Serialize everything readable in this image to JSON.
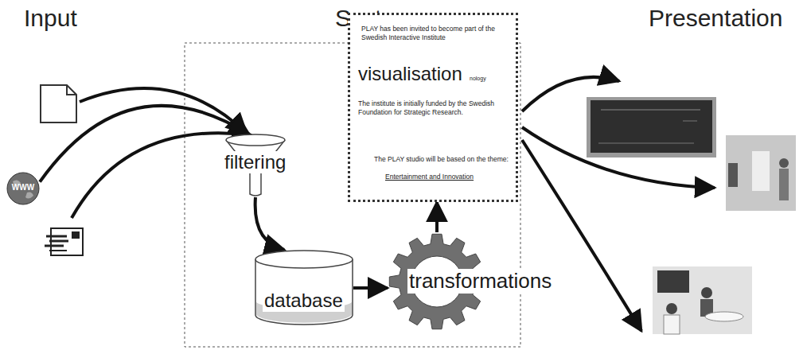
{
  "diagram": {
    "nodes": [
      {
        "text": [
          "WWW"
        ]
      },
      {
        "text": [
          "filtering"
        ]
      },
      {
        "text": [
          "PLAY has been invited to become part of the Swedish Interactive Institute",
          "visualisation",
          "nology",
          "The institute is initially funded by the Swedish Foundation for Strategic Research.",
          "The PLAY studio will be based on the theme:",
          "Entertainment and Innovation"
        ]
      },
      {
        "text": [
          "database"
        ]
      },
      {
        "text": [
          "transformations"
        ]
      }
    ],
    "edges": [
      {
        "from": 0,
        "to": 1,
        "arrow": "to"
      },
      {
        "from": 1,
        "to": 3,
        "arrow": "to"
      },
      {
        "from": 3,
        "to": 4,
        "arrow": "to"
      },
      {
        "from": 4,
        "to": 2,
        "arrow": "to"
      }
    ],
    "labels": [
      "Input",
      "System",
      "Presentation"
    ]
  }
}
